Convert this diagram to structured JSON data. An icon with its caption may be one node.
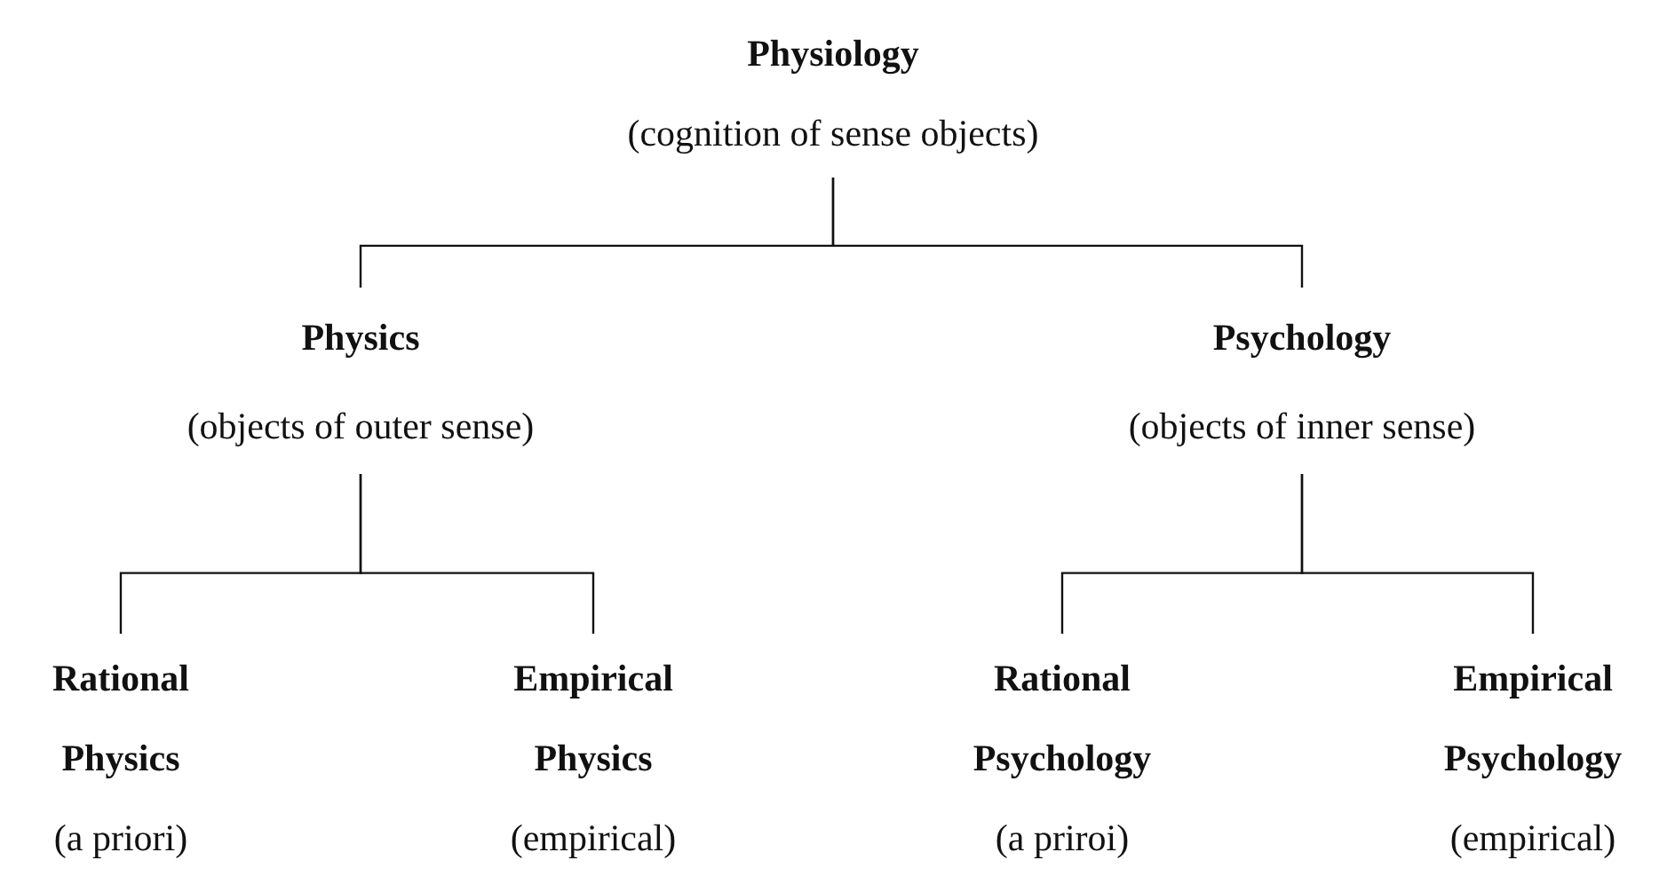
{
  "diagram": {
    "nodes": [
      {
        "text": [
          "Physiology",
          "(cognition of sense objects)"
        ]
      },
      {
        "text": [
          "Physics",
          "(objects of outer sense)"
        ]
      },
      {
        "text": [
          "Psychology",
          "(objects of inner sense)"
        ]
      },
      {
        "text": [
          "Rational Physics",
          "(a priori)"
        ]
      },
      {
        "text": [
          "Empirical Physics",
          "(empirical)"
        ]
      },
      {
        "text": [
          "Rational Psychology",
          "(a priroi)"
        ]
      },
      {
        "text": [
          "Empirical Psychology",
          "(empirical)"
        ]
      }
    ],
    "edges": [
      {
        "from": 0,
        "to": 1,
        "arrow": "none"
      },
      {
        "from": 0,
        "to": 2,
        "arrow": "none"
      },
      {
        "from": 1,
        "to": 3,
        "arrow": "none"
      },
      {
        "from": 1,
        "to": 4,
        "arrow": "none"
      },
      {
        "from": 2,
        "to": 5,
        "arrow": "none"
      },
      {
        "from": 2,
        "to": 6,
        "arrow": "none"
      }
    ]
  }
}
